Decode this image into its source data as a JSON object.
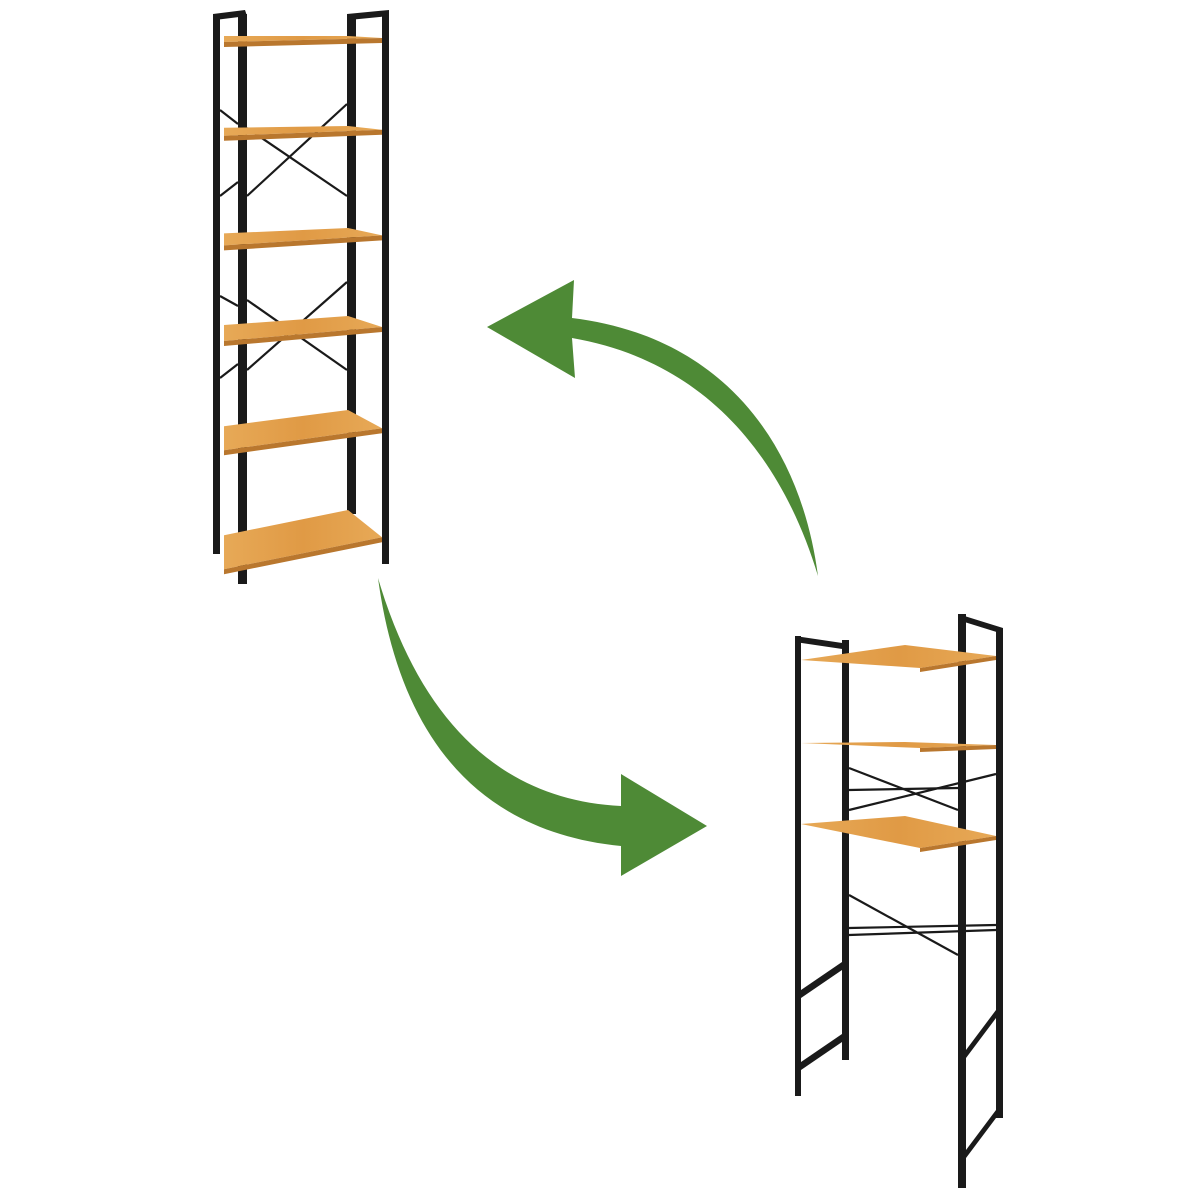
{
  "scene": {
    "background_color": "#ffffff",
    "frame_color": "#1a1a1a",
    "shelf_color": "#e3a24f",
    "shelf_edge_color": "#b9772e",
    "arrow_color": "#4e8a36",
    "tall_shelf_count": 6,
    "short_shelf_count": 3,
    "arrows": [
      "curved-arrow-up-left",
      "curved-arrow-down-right"
    ]
  }
}
